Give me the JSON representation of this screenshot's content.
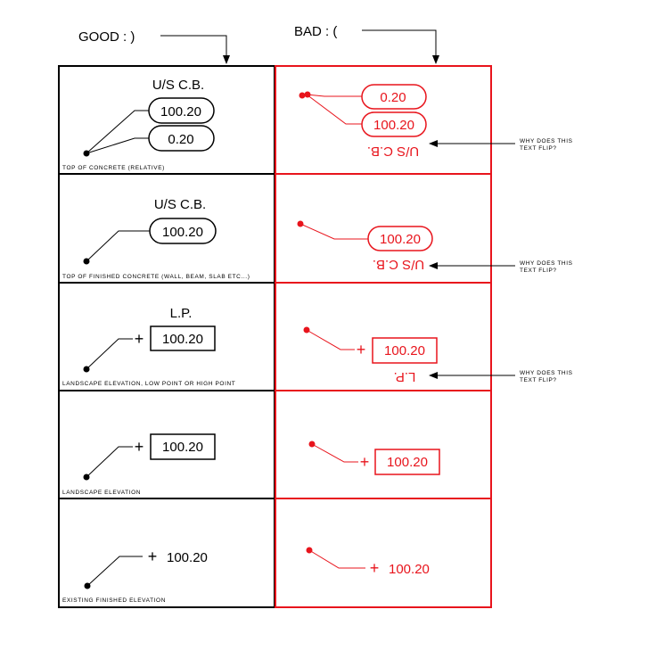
{
  "header": {
    "good_label": "GOOD  :  )",
    "bad_label": "BAD  :  ("
  },
  "colors": {
    "good": "#000000",
    "bad": "#e8141c"
  },
  "rows": [
    {
      "caption": "TOP OF CONCRETE (RELATIVE)",
      "good": {
        "title": "U/S C.B.",
        "value1": "100.20",
        "value2": "0.20"
      },
      "bad": {
        "title": "U/S C.B.",
        "value1": "0.20",
        "value2": "100.20"
      },
      "note": "WHY DOES THIS TEXT FLIP?"
    },
    {
      "caption": "TOP OF FINISHED CONCRETE (WALL, BEAM, SLAB ETC...)",
      "good": {
        "title": "U/S C.B.",
        "value": "100.20"
      },
      "bad": {
        "title": "U/S C.B.",
        "value": "100.20"
      },
      "note": "WHY DOES THIS TEXT FLIP?"
    },
    {
      "caption": "LANDSCAPE ELEVATION, LOW POINT OR HIGH POINT",
      "good": {
        "title": "L.P.",
        "value": "100.20"
      },
      "bad": {
        "title": "L.P.",
        "value": "100.20"
      },
      "note": "WHY DOES THIS TEXT FLIP?"
    },
    {
      "caption": "LANDSCAPE ELEVATION",
      "good": {
        "value": "100.20"
      },
      "bad": {
        "value": "100.20"
      }
    },
    {
      "caption": "EXISTING FINISHED ELEVATION",
      "good": {
        "value": "100.20"
      },
      "bad": {
        "value": "100.20"
      }
    }
  ]
}
